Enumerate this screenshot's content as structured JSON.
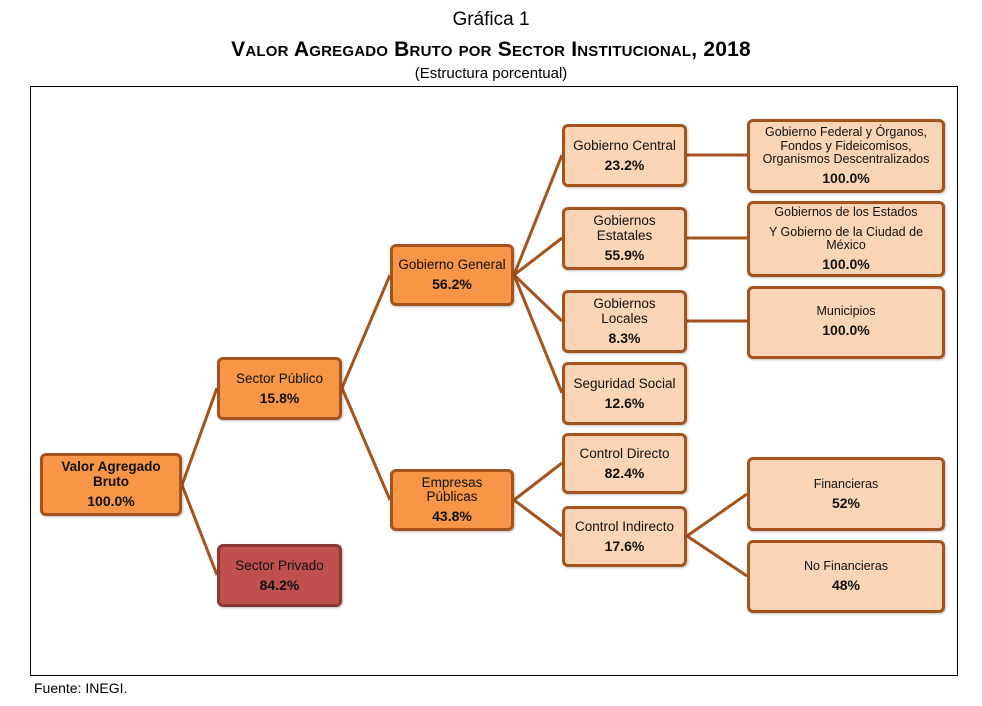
{
  "header": {
    "caption": "Gráfica 1",
    "title": "Valor Agregado Bruto por Sector Institucional, 2018",
    "subtitle": "(Estructura porcentual)"
  },
  "colors": {
    "level_1_2": "#F79646",
    "level_3_4": "#FBD5B5",
    "private": "#C0504D",
    "connector": "#A5531C"
  },
  "nodes": {
    "vab": {
      "label": "Valor Agregado Bruto",
      "pct": "100.0%"
    },
    "publico": {
      "label": "Sector Público",
      "pct": "15.8%"
    },
    "privado": {
      "label": "Sector Privado",
      "pct": "84.2%"
    },
    "gob_general": {
      "label": "Gobierno General",
      "pct": "56.2%"
    },
    "empresas": {
      "label": "Empresas Públicas",
      "pct": "43.8%"
    },
    "gob_central": {
      "label": "Gobierno Central",
      "pct": "23.2%"
    },
    "gob_estatales": {
      "label": "Gobiernos Estatales",
      "pct": "55.9%"
    },
    "gob_locales": {
      "label": "Gobiernos Locales",
      "pct": "8.3%"
    },
    "seg_social": {
      "label": "Seguridad Social",
      "pct": "12.6%"
    },
    "ctrl_directo": {
      "label": "Control Directo",
      "pct": "82.4%"
    },
    "ctrl_indirecto": {
      "label": "Control Indirecto",
      "pct": "17.6%"
    },
    "federal": {
      "label": "Gobierno Federal y Órganos, Fondos y Fideicomisos, Organismos Descentralizados",
      "pct": "100.0%"
    },
    "estados": {
      "label_1": "Gobiernos de los Estados",
      "label_2": "Y Gobierno de la Ciudad de México",
      "pct": "100.0%"
    },
    "municipios": {
      "label": "Municipios",
      "pct": "100.0%"
    },
    "financieras": {
      "label": "Financieras",
      "pct": "52%"
    },
    "no_financieras": {
      "label": "No Financieras",
      "pct": "48%"
    }
  },
  "footer": {
    "source": "Fuente: INEGI."
  }
}
